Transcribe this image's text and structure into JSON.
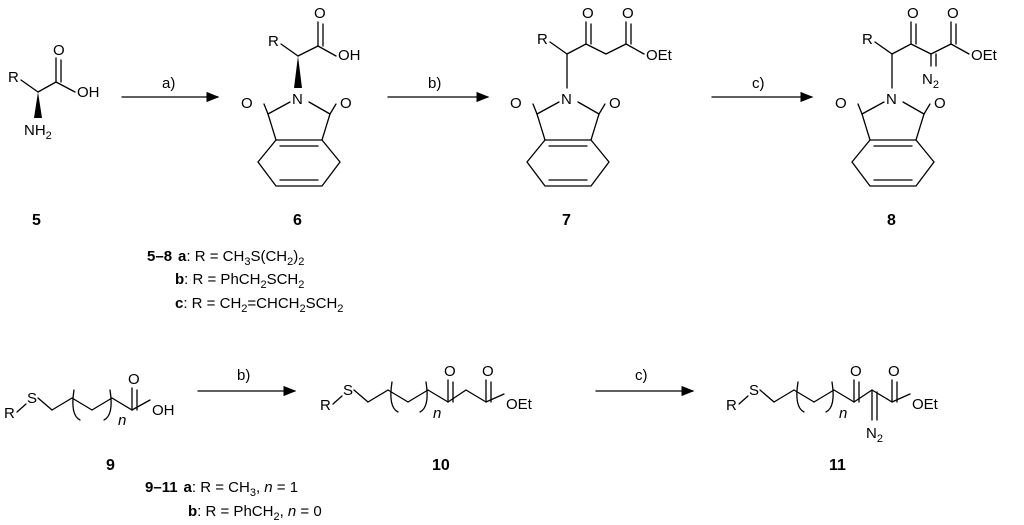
{
  "scheme_top": {
    "compounds": [
      {
        "id": "5",
        "label": "5"
      },
      {
        "id": "6",
        "label": "6"
      },
      {
        "id": "7",
        "label": "7"
      },
      {
        "id": "8",
        "label": "8"
      }
    ],
    "arrows": [
      {
        "label": "a)"
      },
      {
        "label": "b)"
      },
      {
        "label": "c)"
      }
    ],
    "atoms": {
      "R": "R",
      "O": "O",
      "OH": "OH",
      "NH2_main": "NH",
      "NH2_sub": "2",
      "N": "N",
      "OEt": "OEt",
      "N2_main": "N",
      "N2_sub": "2"
    },
    "legend": {
      "range_a": "5",
      "range_dash": "–",
      "range_b": "8",
      "items": [
        {
          "key": "a",
          "text": ": R = CH",
          "rest": [
            "3",
            "S(CH",
            "2",
            ")",
            "2",
            ""
          ]
        },
        {
          "key": "b",
          "text": ": R = PhCH",
          "rest": [
            "2",
            "SCH",
            "2",
            "",
            "",
            ""
          ]
        },
        {
          "key": "c",
          "text": ": R = CH",
          "rest": [
            "2",
            "=CHCH",
            "2",
            "SCH",
            "2",
            ""
          ]
        }
      ]
    }
  },
  "scheme_bottom": {
    "compounds": [
      {
        "id": "9",
        "label": "9"
      },
      {
        "id": "10",
        "label": "10"
      },
      {
        "id": "11",
        "label": "11"
      }
    ],
    "arrows": [
      {
        "label": "b)"
      },
      {
        "label": "c)"
      }
    ],
    "atoms": {
      "R": "R",
      "S": "S",
      "n": "n",
      "O": "O",
      "OH": "OH",
      "OEt": "OEt",
      "N2_main": "N",
      "N2_sub": "2"
    },
    "legend": {
      "range_a": "9",
      "range_dash": "–",
      "range_b": "11",
      "items": [
        {
          "key": "a",
          "text": ": R = CH",
          "sub": "3",
          "tail": ", ",
          "n": "n",
          "eq": " = 1"
        },
        {
          "key": "b",
          "text": ": R = PhCH",
          "sub": "2",
          "tail": ", ",
          "n": "n",
          "eq": " = 0"
        }
      ]
    }
  }
}
